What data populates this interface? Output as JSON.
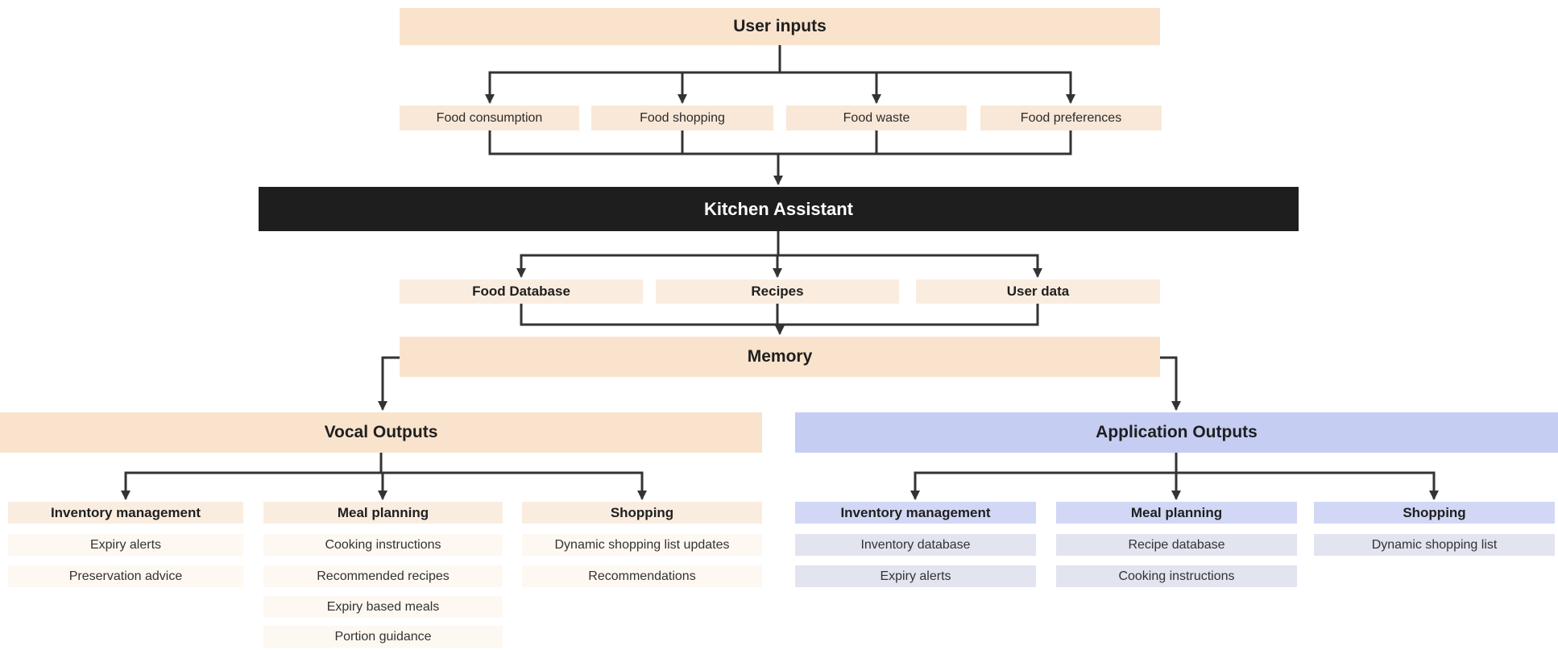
{
  "diagram": {
    "user_inputs": "User inputs",
    "input_nodes": [
      "Food consumption",
      "Food shopping",
      "Food waste",
      "Food preferences"
    ],
    "kitchen_assistant": "Kitchen Assistant",
    "knowledge_nodes": [
      "Food Database",
      "Recipes",
      "User data"
    ],
    "memory": "Memory",
    "vocal_outputs": {
      "title": "Vocal Outputs",
      "columns": [
        {
          "title": "Inventory management",
          "items": [
            "Expiry alerts",
            "Preservation advice"
          ]
        },
        {
          "title": "Meal planning",
          "items": [
            "Cooking instructions",
            "Recommended recipes",
            "Expiry based meals",
            "Portion guidance"
          ]
        },
        {
          "title": "Shopping",
          "items": [
            "Dynamic shopping list updates",
            "Recommendations"
          ]
        }
      ]
    },
    "application_outputs": {
      "title": "Application Outputs",
      "columns": [
        {
          "title": "Inventory management",
          "items": [
            "Inventory database",
            "Expiry alerts"
          ]
        },
        {
          "title": "Meal planning",
          "items": [
            "Recipe database",
            "Cooking instructions"
          ]
        },
        {
          "title": "Shopping",
          "items": [
            "Dynamic shopping list"
          ]
        }
      ]
    }
  },
  "colors": {
    "peach_main": "#FAE3CC",
    "peach_input": "#F9E8D7",
    "peach_header": "#FAEDE0",
    "peach_item": "#FDF8F1",
    "dark_bar": "#1E1E1E",
    "dark_bar_text": "#FFFFFF",
    "lavender_main": "#C5CDF3",
    "lavender_header": "#D2D7F5",
    "lavender_item": "#E2E4EF",
    "line_color": "#333333",
    "text_color": "#1F1F1F"
  }
}
